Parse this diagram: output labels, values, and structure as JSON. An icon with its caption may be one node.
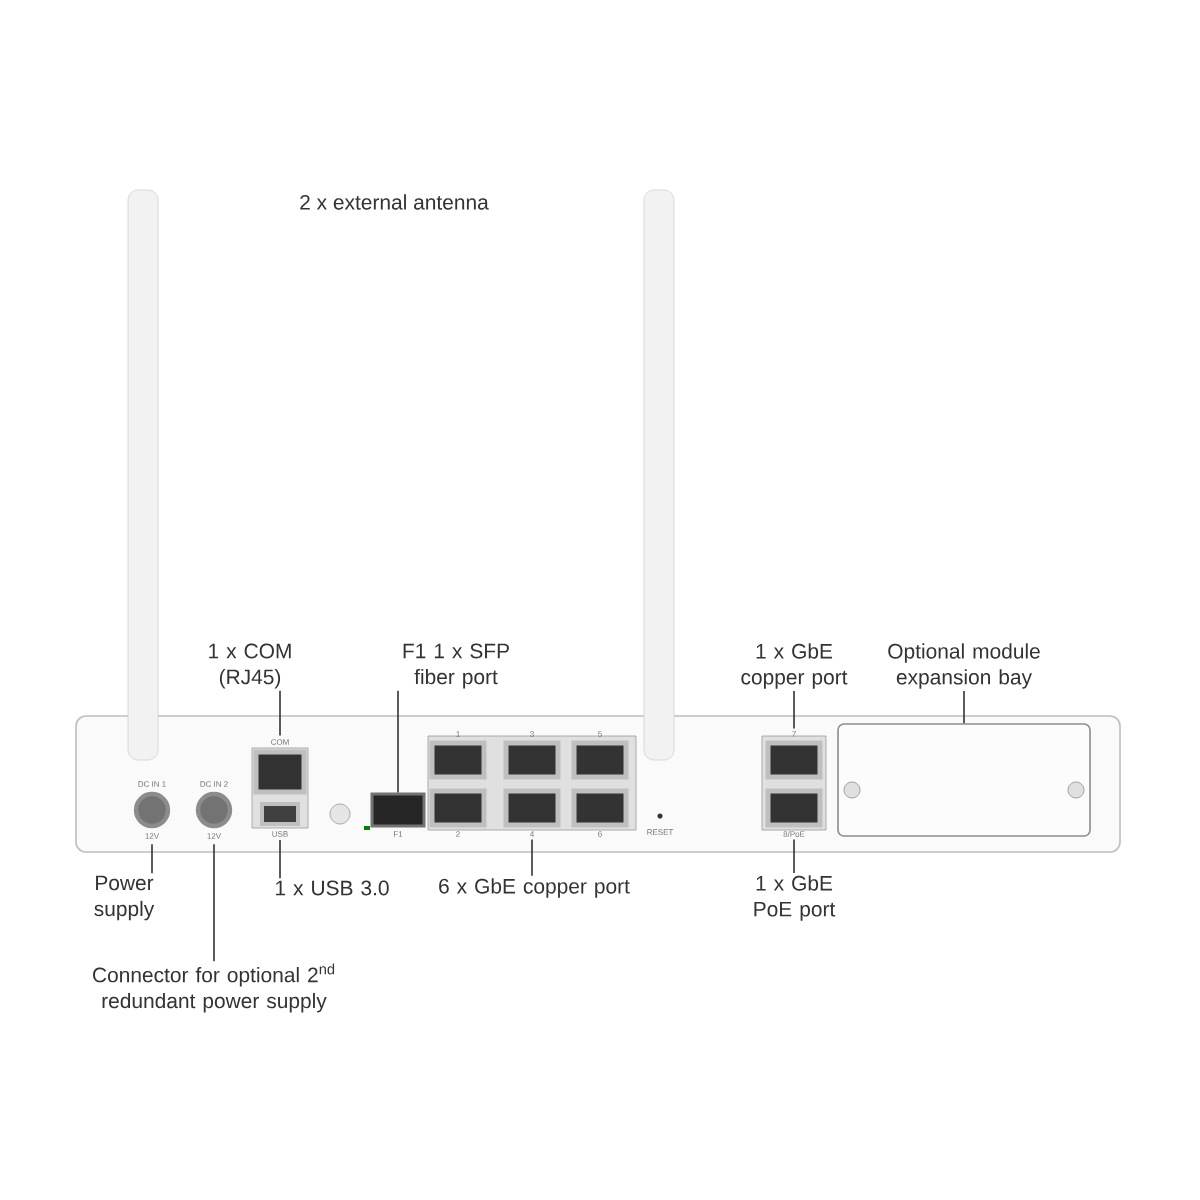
{
  "diagram": {
    "nodes": [
      {
        "text": [
          "1 x COM (RJ45)"
        ]
      },
      {
        "text": [
          "F1 1 x SFP fiber port"
        ]
      },
      {
        "text": [
          "1 x GbE copper port"
        ]
      },
      {
        "text": [
          "Optional module expansion bay"
        ]
      },
      {
        "text": [
          "Power supply"
        ]
      },
      {
        "text": [
          "1 x USB 3.0"
        ]
      },
      {
        "text": [
          "6 x GbE copper port"
        ]
      },
      {
        "text": [
          "1 x GbE PoE port"
        ]
      },
      {
        "text": [
          "Connector for optional 2$^{nd}$ redundant power supply"
        ]
      },
      {
        "text": [],
        "shape": "circle",
        "beside": [
          "DC IN 1",
          "12V"
        ]
      },
      {
        "text": [],
        "shape": "circle",
        "beside": [
          "DC IN 2",
          "12V"
        ]
      },
      {
        "text": [],
        "shape": "box",
        "beside": [
          "COM"
        ]
      },
      {
        "text": [],
        "shape": "box",
        "beside": [
          "USB"
        ]
      },
      {
        "text": [],
        "shape": "box",
        "beside": [
          "F1"
        ]
      },
      {
        "text": [],
        "shape": "box",
        "beside": [
          "1"
        ]
      },
      {
        "text": [],
        "shape": "box",
        "beside": [
          "2"
        ]
      },
      {
        "text": [],
        "shape": "box",
        "beside": [
          "3"
        ]
      },
      {
        "text": [],
        "shape": "box",
        "beside": [
          "4"
        ]
      },
      {
        "text": [],
        "shape": "box",
        "beside": [
          "5"
        ]
      },
      {
        "text": [],
        "shape": "box",
        "beside": [
          "6"
        ]
      },
      {
        "text": [],
        "shape": "box",
        "beside": [
          "7"
        ]
      },
      {
        "text": [],
        "shape": "box",
        "beside": [
          "8/PoE"
        ]
      },
      {
        "text": [],
        "shape": "box"
      }
    ],
    "edges": [
      {
        "from": 0,
        "to": 11,
        "arrow": "none"
      },
      {
        "from": 1,
        "to": 13,
        "arrow": "none"
      },
      {
        "from": 2,
        "to": 20,
        "arrow": "none"
      },
      {
        "from": 3,
        "to": 22,
        "arrow": "none"
      },
      {
        "from": 4,
        "to": 9,
        "arrow": "none"
      },
      {
        "from": 5,
        "to": 12,
        "arrow": "none"
      },
      {
        "from": 6,
        "to": 17,
        "arrow": "none"
      },
      {
        "from": 7,
        "to": 21,
        "arrow": "none"
      },
      {
        "from": 8,
        "to": 10,
        "arrow": "none"
      }
    ],
    "labels": [
      "2 x external antenna",
      "RESET"
    ]
  }
}
